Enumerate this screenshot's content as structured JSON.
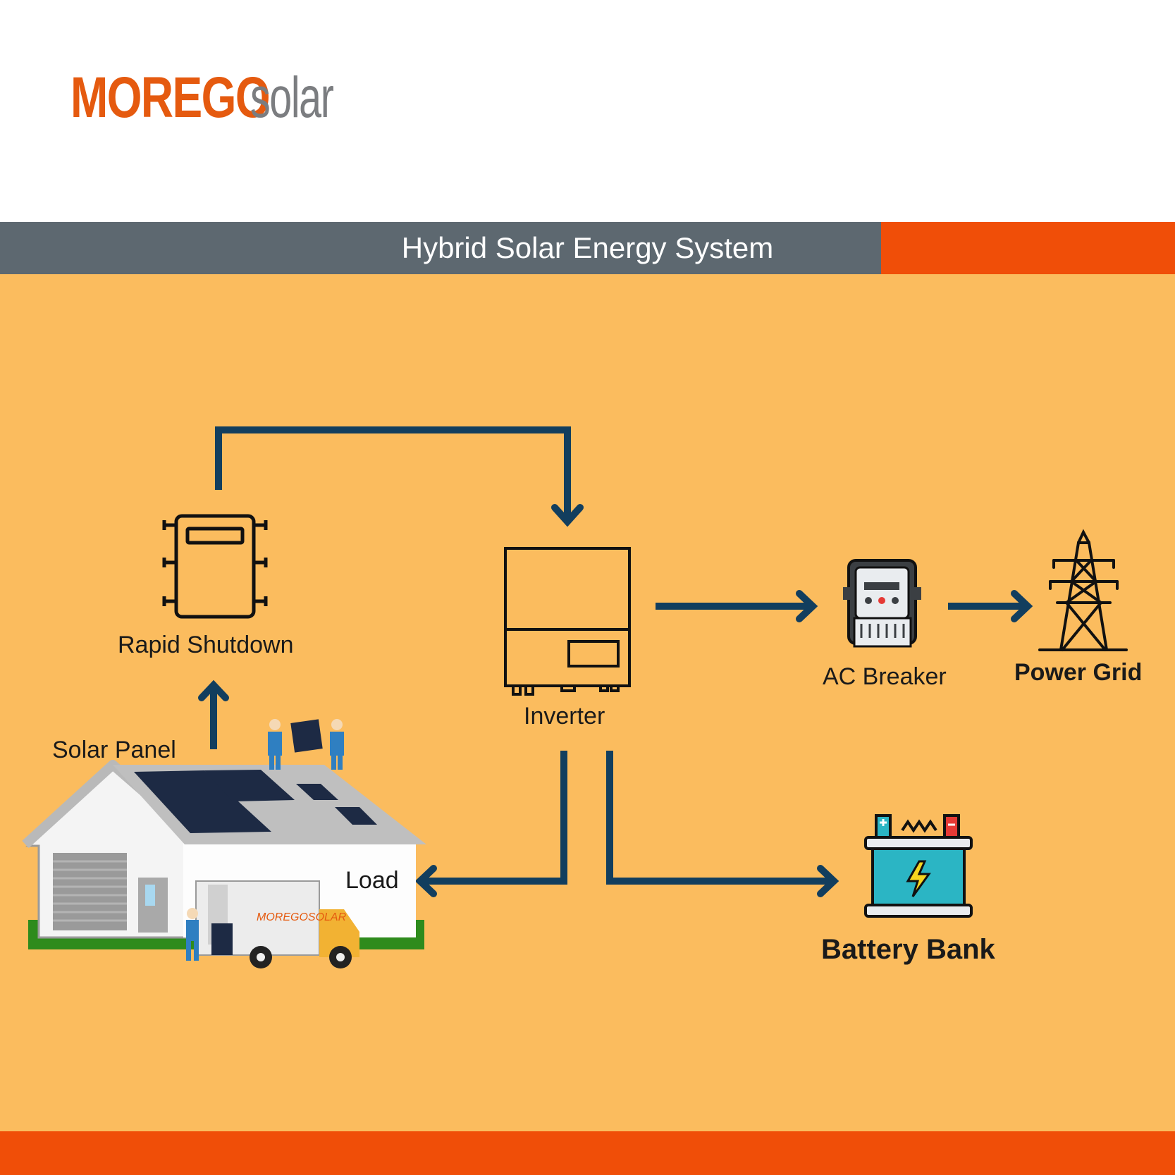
{
  "logo": {
    "brand": "MOREGO",
    "sub": "solar"
  },
  "title": "Hybrid Solar Energy System",
  "truck_logo": "MOREGOSOLAR",
  "labels": {
    "rapid_shutdown": "Rapid Shutdown",
    "inverter": "Inverter",
    "ac_breaker": "AC Breaker",
    "power_grid": "Power Grid",
    "solar_panel": "Solar Panel",
    "load": "Load",
    "battery_bank": "Battery Bank"
  },
  "colors": {
    "brand_orange": "#e55a0f",
    "banner_gray": "#5d6870",
    "accent_orange": "#f04e08",
    "diagram_background": "#fbbc5e",
    "arrow_navy": "#123e5e",
    "battery_teal": "#2bb5c4"
  },
  "icons": [
    "rapid-shutdown-box-icon",
    "inverter-icon",
    "ac-breaker-meter-icon",
    "power-grid-tower-icon",
    "battery-icon",
    "house-with-solar-panels-illustration"
  ]
}
